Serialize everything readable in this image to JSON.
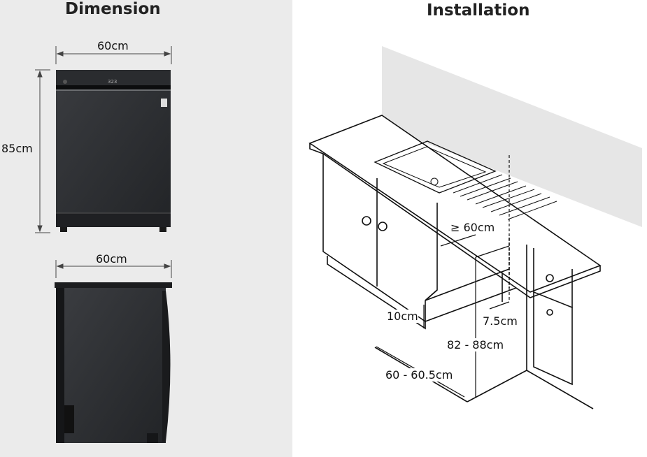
{
  "left_panel": {
    "title": "Dimension",
    "front_width": "60cm",
    "front_height": "85cm",
    "display_readout": "323",
    "side_depth": "60cm"
  },
  "right_panel": {
    "title": "Installation",
    "side_clearance": "≥ 60cm",
    "plinth_height": "10cm",
    "recess_depth": "7.5cm",
    "niche_height": "82 - 88cm",
    "niche_depth": "60 - 60.5cm"
  },
  "colors": {
    "left_bg": "#ebebeb",
    "appliance": "#2b2d30"
  }
}
